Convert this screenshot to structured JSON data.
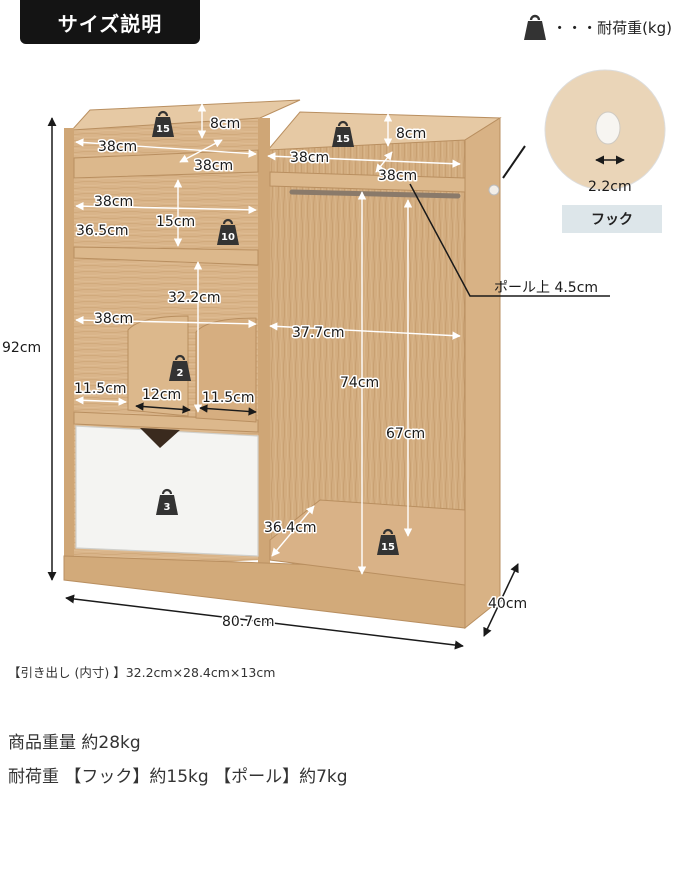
{
  "header": {
    "title": "サイズ説明"
  },
  "legend": {
    "label": "・・・耐荷重(kg)"
  },
  "dimensions": {
    "height_total": "92cm",
    "width_total": "80.7cm",
    "depth_total": "40cm",
    "top_left_width": "38cm",
    "top_left_depth": "38cm",
    "top_left_height": "8cm",
    "top_right_width": "38cm",
    "top_right_depth": "38cm",
    "top_right_height": "8cm",
    "shelf_width": "38cm",
    "shelf_depth": "36.5cm",
    "shelf_height": "15cm",
    "middle_height": "32.2cm",
    "middle_width": "38cm",
    "divider_left": "11.5cm",
    "divider_center": "12cm",
    "divider_right": "11.5cm",
    "right_inner_width": "37.7cm",
    "right_height_full": "74cm",
    "right_height_pole": "67cm",
    "right_bottom_depth": "36.4cm",
    "pole_offset": "ポール上 4.5cm",
    "hook_size": "2.2cm"
  },
  "weights": {
    "top_left": "15",
    "top_right": "15",
    "shelf": "10",
    "divider": "2",
    "drawer": "3",
    "right_bottom": "15"
  },
  "hook": {
    "label": "フック"
  },
  "notes": {
    "drawer_inner": "【引き出し (内寸) 】32.2cm×28.4cm×13cm",
    "product_weight": "商品重量 約28kg",
    "load_capacity": "耐荷重 【フック】約15kg 【ポール】約7kg"
  },
  "colors": {
    "wood": "#d9b489",
    "wood_dark": "#bf9466",
    "wood_light": "#e6c9a4",
    "drawer": "#f4f4f2",
    "badge": "#141414"
  }
}
